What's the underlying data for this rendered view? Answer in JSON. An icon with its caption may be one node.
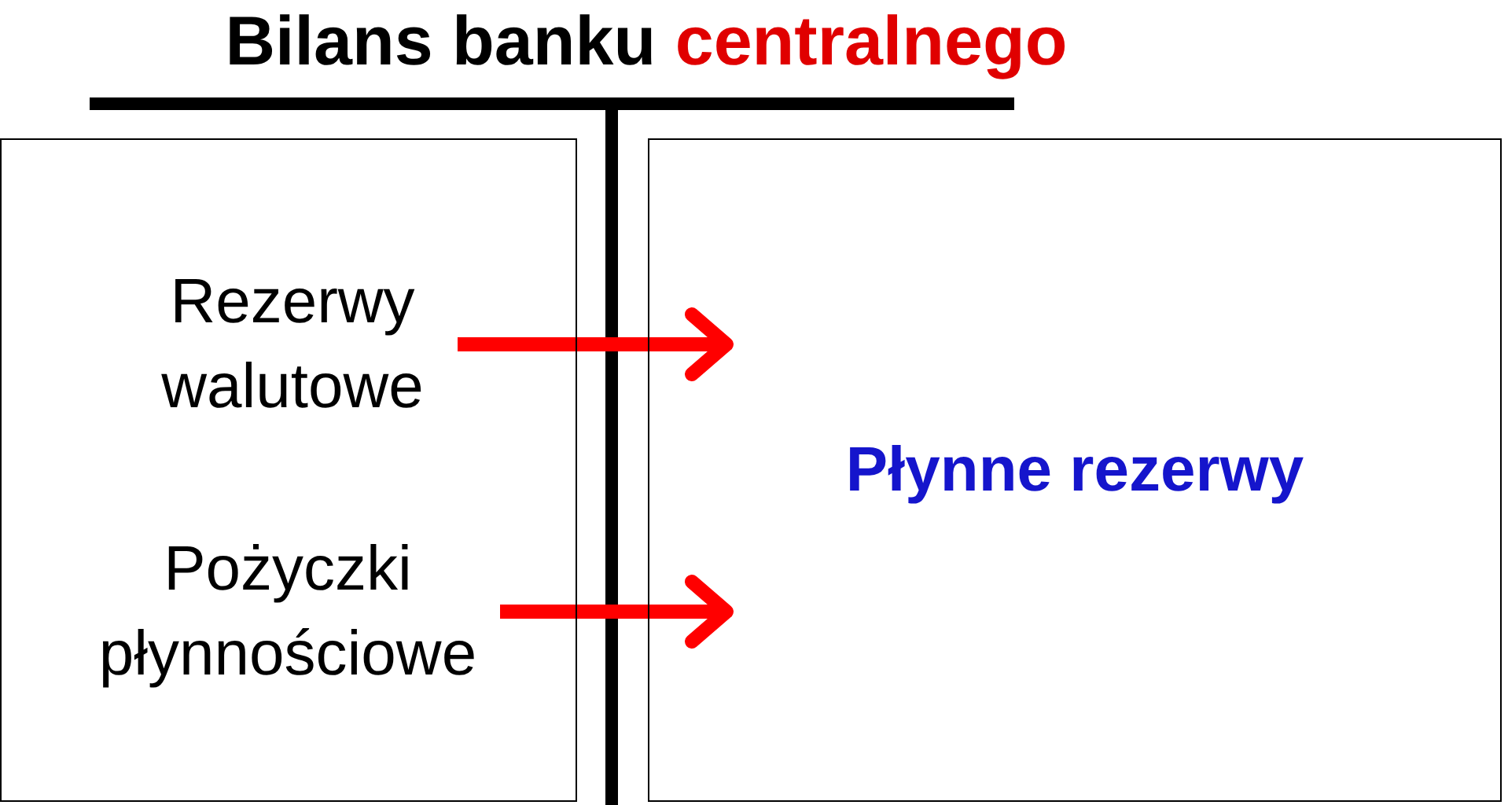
{
  "diagram": {
    "title": "Bilans banku centralnego",
    "nodes": [
      {
        "text": [],
        "shape": "box"
      },
      {
        "text": [
          "Rezerwy walutowe"
        ],
        "in": 0
      },
      {
        "text": [
          "Pożyczki płynnościowe"
        ],
        "in": 0
      },
      {
        "text": [
          "Płynne rezerwy"
        ]
      }
    ],
    "edges": [
      {
        "from": 1,
        "to": 3,
        "arrow": "to",
        "color": "#ff0000"
      },
      {
        "from": 2,
        "to": 3,
        "arrow": "to",
        "color": "#ff0000"
      }
    ]
  }
}
